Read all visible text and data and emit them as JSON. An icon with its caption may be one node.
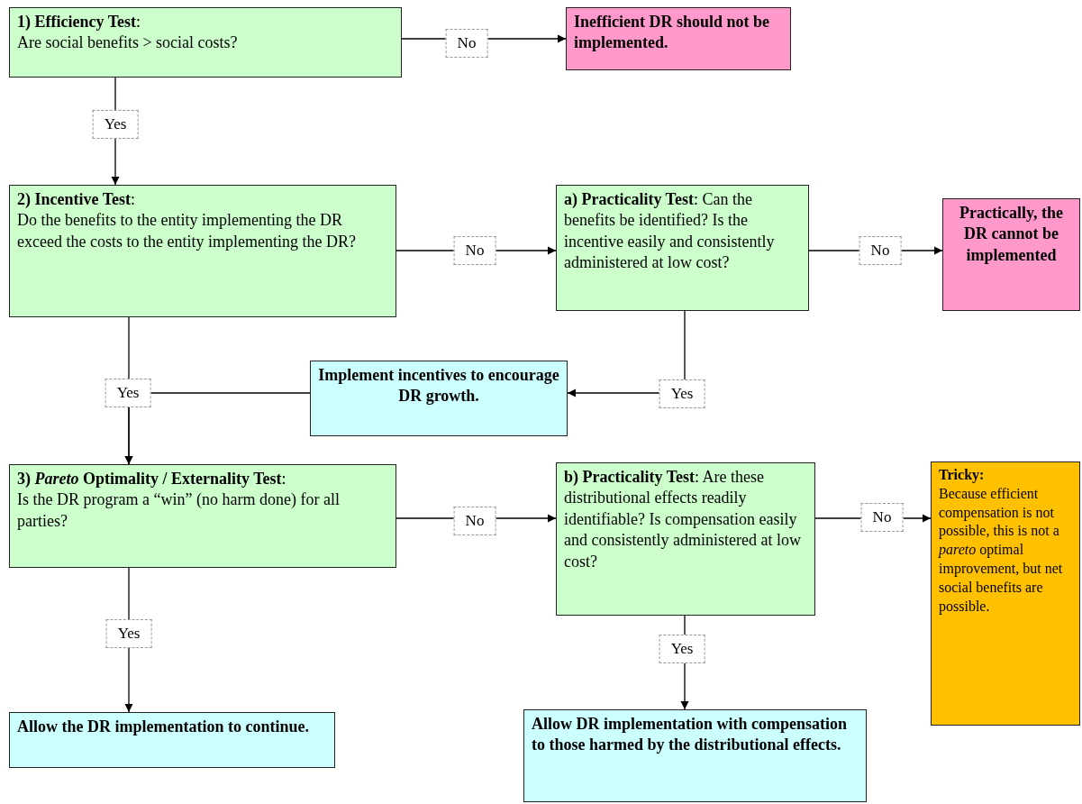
{
  "diagram": {
    "nodes": [
      {
        "text": [
          "**1) Efficiency Test**:",
          "Are social benefits > social costs?"
        ]
      },
      {
        "text": [
          "Inefficient DR should not be implemented."
        ]
      },
      {
        "text": [
          "**2) Incentive Test**:",
          "Do the benefits to the entity implementing the DR exceed the costs to the entity implementing the DR?"
        ]
      },
      {
        "text": [
          "**a) Practicality Test**: Can the benefits be identified? Is the incentive easily and consistently administered at low cost?"
        ]
      },
      {
        "text": [
          "Practically, the DR cannot be implemented"
        ]
      },
      {
        "text": [
          "Implement incentives to encourage DR growth."
        ]
      },
      {
        "text": [
          "**3) *Pareto* Optimality / Externality Test**:",
          "Is the DR program a “win” (no harm done) for all parties?"
        ]
      },
      {
        "text": [
          "**b) Practicality Test**: Are these distributional effects readily identifiable? Is compensation easily and consistently administered at low cost?"
        ]
      },
      {
        "text": [
          "Tricky:",
          "Because efficient compensation is not possible, this is not a *pareto* optimal improvement, but net social benefits are possible."
        ]
      },
      {
        "text": [
          "Allow the DR implementation to continue."
        ]
      },
      {
        "text": [
          "Allow DR implementation with compensation to those harmed by the distributional effects."
        ]
      }
    ],
    "edges": [
      {
        "from": 0,
        "to": 1,
        "arrow": "to",
        "label": "No"
      },
      {
        "from": 0,
        "to": 2,
        "arrow": "to",
        "label": "Yes"
      },
      {
        "from": 2,
        "to": 3,
        "arrow": "to",
        "label": "No"
      },
      {
        "from": 3,
        "to": 4,
        "arrow": "to",
        "label": "No"
      },
      {
        "from": 3,
        "to": 5,
        "arrow": "to",
        "label": "Yes"
      },
      {
        "from": 2,
        "to": 6,
        "arrow": "to",
        "label": "Yes"
      },
      {
        "from": 5,
        "to": 6,
        "arrow": "to"
      },
      {
        "from": 6,
        "to": 7,
        "arrow": "to",
        "label": "No"
      },
      {
        "from": 7,
        "to": 8,
        "arrow": "to",
        "label": "No"
      },
      {
        "from": 6,
        "to": 9,
        "arrow": "to",
        "label": "Yes"
      },
      {
        "from": 7,
        "to": 10,
        "arrow": "to",
        "label": "Yes"
      }
    ]
  }
}
